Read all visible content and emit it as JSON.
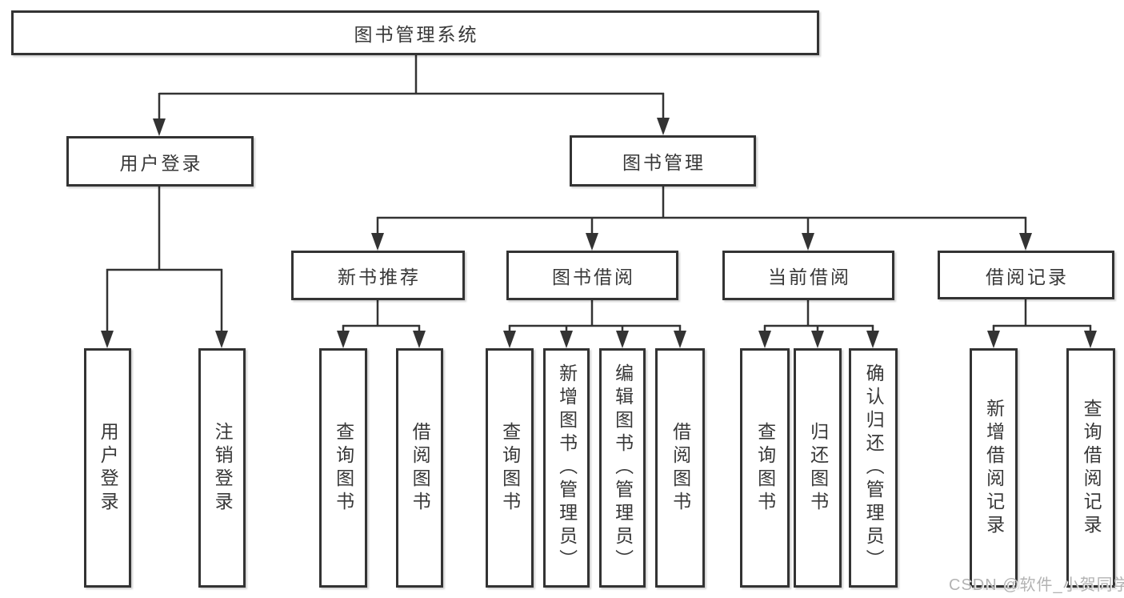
{
  "tree": {
    "label": "图书管理系统",
    "children": [
      {
        "label": "用户登录",
        "children": [
          {
            "label": "用户登录"
          },
          {
            "label": "注销登录"
          }
        ]
      },
      {
        "label": "图书管理",
        "children": [
          {
            "label": "新书推荐",
            "children": [
              {
                "label": "查询图书"
              },
              {
                "label": "借阅图书"
              }
            ]
          },
          {
            "label": "图书借阅",
            "children": [
              {
                "label": "查询图书"
              },
              {
                "label": "新增图书（管理员）"
              },
              {
                "label": "编辑图书（管理员）"
              },
              {
                "label": "借阅图书"
              }
            ]
          },
          {
            "label": "当前借阅",
            "children": [
              {
                "label": "查询图书"
              },
              {
                "label": "归还图书"
              },
              {
                "label": "确认归还（管理员）"
              }
            ]
          },
          {
            "label": "借阅记录",
            "children": [
              {
                "label": "新增借阅记录"
              },
              {
                "label": "查询借阅记录"
              }
            ]
          }
        ]
      }
    ]
  },
  "watermark": {
    "text": "CSDN @软件_小贺同学"
  },
  "colors": {
    "line": "#333333",
    "box_border": "#333333",
    "box_fill": "#ffffff",
    "text": "#383838",
    "watermark": "#b3b3b3",
    "background": "#ffffff"
  }
}
